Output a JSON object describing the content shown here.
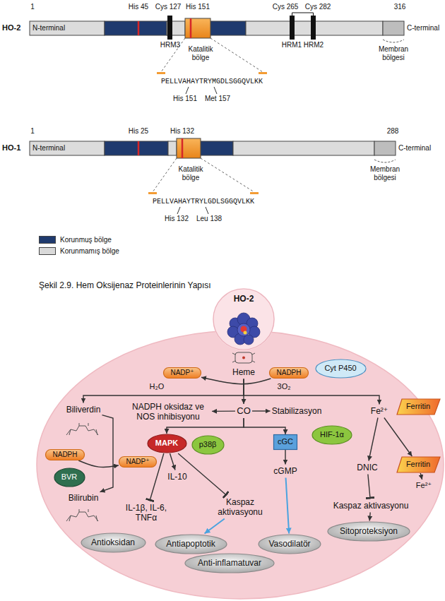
{
  "diagram": {
    "caption": "Şekil 2.9. Hem Oksijenaz Proteinlerinin Yapısı",
    "nodes": [
      {
        "text": [
          "HO-2"
        ]
      },
      {
        "text": [
          "NADP⁺"
        ]
      },
      {
        "text": [
          "Heme"
        ]
      },
      {
        "text": [
          "NADPH"
        ]
      },
      {
        "text": [
          "Cyt P450"
        ]
      },
      {
        "text": [
          "Biliverdin"
        ]
      },
      {
        "text": [
          "NADPH oksidaz ve NOS inhibisyonu"
        ]
      },
      {
        "text": [
          "CO"
        ]
      },
      {
        "text": [
          "Stabilizasyon"
        ]
      },
      {
        "text": [
          "Fe²⁺"
        ]
      },
      {
        "text": [
          "Ferritin"
        ]
      },
      {
        "text": [
          "MAPK"
        ]
      },
      {
        "text": [
          "p38β"
        ]
      },
      {
        "text": [
          "cGC"
        ]
      },
      {
        "text": [
          "HIF-1α"
        ]
      },
      {
        "text": [
          "NADPH"
        ]
      },
      {
        "text": [
          "NADP⁺"
        ]
      },
      {
        "text": [
          "BVR"
        ]
      },
      {
        "text": [
          "DNIC"
        ]
      },
      {
        "text": [
          "Ferritin"
        ]
      },
      {
        "text": [
          "cGMP"
        ]
      },
      {
        "text": [
          "IL-10"
        ]
      },
      {
        "text": [
          "Bilirubin"
        ]
      },
      {
        "text": [
          "IL-1β, IL-6, TNFα"
        ]
      },
      {
        "text": [
          "Kaspaz aktivasyonu"
        ]
      },
      {
        "text": [
          "Fe²⁺"
        ]
      },
      {
        "text": [
          "Kaspaz aktivasyonu"
        ]
      },
      {
        "text": [
          "Sitoproteksiyon"
        ]
      },
      {
        "text": [
          "Antioksidan"
        ]
      },
      {
        "text": [
          "Antiapoptotik"
        ]
      },
      {
        "text": [
          "Vasodilatör"
        ]
      },
      {
        "text": [
          "Anti-inflamatuvar"
        ]
      }
    ],
    "edges": [
      {
        "from": 2,
        "to": 5,
        "arrow": "to"
      },
      {
        "from": 2,
        "to": 7,
        "arrow": "to"
      },
      {
        "from": 2,
        "to": 9,
        "arrow": "to"
      },
      {
        "from": 3,
        "to": 1,
        "arrow": "to"
      },
      {
        "from": 7,
        "to": 6,
        "arrow": "to"
      },
      {
        "from": 7,
        "to": 8,
        "arrow": "to"
      },
      {
        "from": 7,
        "to": 11,
        "arrow": "to"
      },
      {
        "from": 7,
        "to": 13,
        "arrow": "to"
      },
      {
        "from": 13,
        "to": 20,
        "arrow": "to"
      },
      {
        "from": 11,
        "to": 21,
        "arrow": "to"
      },
      {
        "from": 11,
        "to": 23,
        "arrow": "to"
      },
      {
        "from": 11,
        "to": 24,
        "arrow": "to"
      },
      {
        "from": 24,
        "to": 29,
        "arrow": "to"
      },
      {
        "from": 20,
        "to": 30,
        "arrow": "to"
      },
      {
        "from": 5,
        "to": 22,
        "arrow": "to"
      },
      {
        "from": 15,
        "to": 16,
        "arrow": "to"
      },
      {
        "from": 9,
        "to": 18,
        "arrow": "to"
      },
      {
        "from": 9,
        "to": 19,
        "arrow": "to"
      },
      {
        "from": 18,
        "to": 26,
        "arrow": "to"
      },
      {
        "from": 26,
        "to": 27,
        "arrow": "to"
      },
      {
        "from": 19,
        "to": 25,
        "arrow": "to"
      }
    ],
    "labels": [
      "His 45",
      "Cys 127",
      "His 151",
      "Cys 265",
      "Cys 282",
      "1",
      "316",
      "HO-2",
      "N-terminal",
      "C-terminal",
      "HRM3",
      "Katalitik bölge",
      "HRM1",
      "HRM2",
      "Membran bölgesi",
      "PELLVAHAYTRYMGDLSGGQVLKK",
      "His 151",
      "Met 157",
      "His 25",
      "His 132",
      "1",
      "288",
      "HO-1",
      "N-terminal",
      "C-terminal",
      "Katalitik bölge",
      "Membran bölgesi",
      "PELLVAHAYTRYLGDLSGGQVLKK",
      "His 132",
      "Leu 138",
      "3O₂",
      "H₂O"
    ],
    "legend": [
      {
        "text": "Korunmuş bölge",
        "color": "#1f3a6e"
      },
      {
        "text": "Korunmamış bölge",
        "color": "#d9d9d9"
      }
    ]
  }
}
